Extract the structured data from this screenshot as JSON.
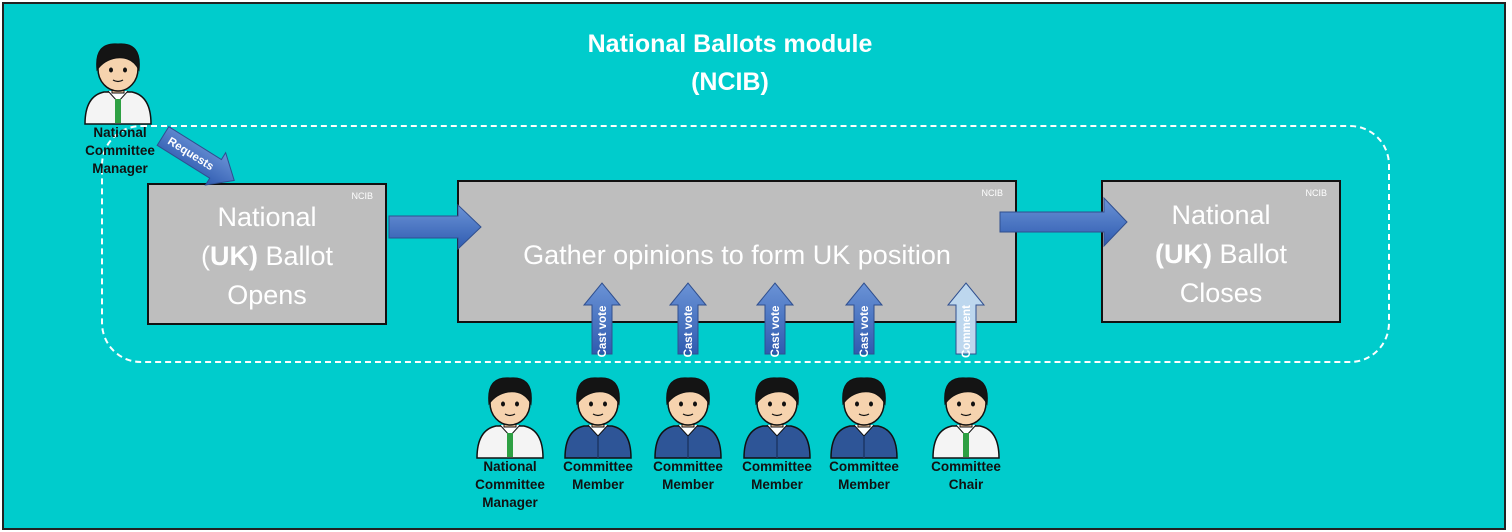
{
  "title": {
    "line1": "National Ballots module",
    "line2": "(NCIB)"
  },
  "boxes": {
    "open": {
      "tag": "NCIB",
      "line1": "National",
      "line2_pre": "(",
      "line2_bold": "UK)",
      "line2_post": " Ballot",
      "line3": "Opens"
    },
    "gather": {
      "tag": "NCIB",
      "text": "Gather opinions to form UK position"
    },
    "close": {
      "tag": "NCIB",
      "line1": "National",
      "line2_bold": "(UK)",
      "line2_post": " Ballot",
      "line3": "Closes"
    }
  },
  "requests_label": "Requests",
  "top_actor": {
    "line1": "National",
    "line2": "Committee",
    "line3": "Manager"
  },
  "actors": [
    {
      "line1": "National",
      "line2": "Committee",
      "line3": "Manager",
      "shirt": "white"
    },
    {
      "line1": "Committee",
      "line2": "Member",
      "line3": "",
      "shirt": "blue"
    },
    {
      "line1": "Committee",
      "line2": "Member",
      "line3": "",
      "shirt": "blue"
    },
    {
      "line1": "Committee",
      "line2": "Member",
      "line3": "",
      "shirt": "blue"
    },
    {
      "line1": "Committee",
      "line2": "Member",
      "line3": "",
      "shirt": "blue"
    },
    {
      "line1": "Committee",
      "line2": "Chair",
      "line3": "",
      "shirt": "white"
    }
  ],
  "vote_arrows": [
    {
      "label": "Cast vote",
      "style": "solid"
    },
    {
      "label": "Cast vote",
      "style": "solid"
    },
    {
      "label": "Cast vote",
      "style": "solid"
    },
    {
      "label": "Cast vote",
      "style": "solid"
    },
    {
      "label": "Comment",
      "style": "light"
    }
  ],
  "colors": {
    "background": "#00CCCC",
    "box": "#BEBEBE",
    "arrow": "#4472C4",
    "arrow_light": "#BDD7EE",
    "shirt_blue": "#2E5597",
    "tie": "#2EA043"
  }
}
